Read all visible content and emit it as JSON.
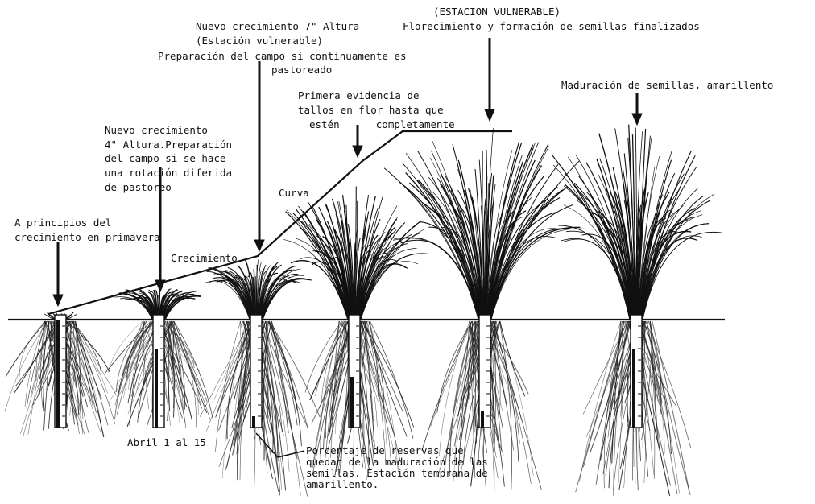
{
  "labels": {
    "estacion_vulnerable_top": "(ESTACION VULNERABLE)",
    "nuevo_7": "Nuevo crecimiento 7\" Altura",
    "estacion_vulnerable_2": "(Estación vulnerable)",
    "preparacion_1": "Preparación del campo si continuamente es",
    "preparacion_2": "pastoreado",
    "florecimiento": "Florecimiento y formación de semillas finalizados",
    "maduracion": "Maduración de semillas, amarillento",
    "primera_1": "Primera evidencia de",
    "primera_2": "tallos en flor hasta que",
    "primera_3": "estén      completamente",
    "nuevo4_1": "Nuevo crecimiento",
    "nuevo4_2": "4\" Altura.Preparación",
    "nuevo4_3": "del campo si se hace",
    "nuevo4_4": "una rotación diferida",
    "nuevo4_5": "de pastoreo",
    "curva": "Curva",
    "a_principios_1": "A principios del",
    "a_principios_2": "crecimiento en primavera",
    "crecimiento": "Crecimiento",
    "abril": "Abril 1 al 15",
    "porcentaje_1": "Porcentaje de reservas que",
    "porcentaje_2": "quedan de la maduración de las",
    "porcentaje_3": "semillas. Estación temprana de",
    "porcentaje_4": "amarillento."
  },
  "stages": [
    {
      "name": "a-principios",
      "reserve": 0.95
    },
    {
      "name": "nuevo-4",
      "reserve": 0.7
    },
    {
      "name": "nuevo-7",
      "reserve": 0.1
    },
    {
      "name": "primera-evidencia",
      "reserve": 0.45
    },
    {
      "name": "florecimiento",
      "reserve": 0.15
    },
    {
      "name": "maduracion",
      "reserve": 0.7
    }
  ]
}
